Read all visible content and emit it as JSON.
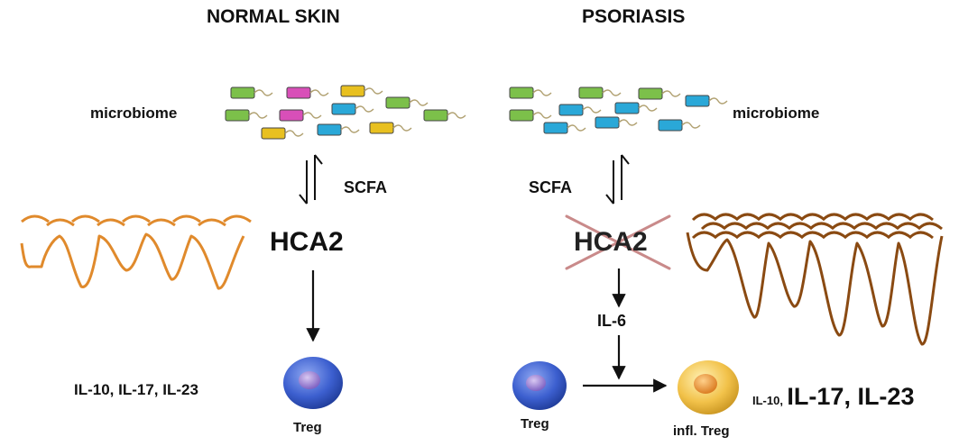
{
  "normal": {
    "title": "NORMAL SKIN",
    "microbiome": "microbiome",
    "scfa": "SCFA",
    "receptor": "HCA2",
    "cytokines": "IL-10, IL-17, IL-23",
    "cell": "Treg"
  },
  "psoriasis": {
    "title": "PSORIASIS",
    "microbiome": "microbiome",
    "scfa": "SCFA",
    "receptor": "HCA2",
    "mediator": "IL-6",
    "cell": "Treg",
    "inflamed_cell": "infl. Treg",
    "cytokine_small": "IL-10,",
    "cytokines_large": "IL-17, IL-23"
  },
  "colors": {
    "skin_normal": "#e08a2c",
    "skin_psoriasis": "#8a4a12",
    "cross": "#c98a8a",
    "treg_cell": "#3c5fcf",
    "treg_nucleus": "#8a6cc6",
    "inflamed_cell": "#f2c24a",
    "inflamed_nucleus": "#e88a1e",
    "bacteria_green": "#7cc04a",
    "bacteria_magenta": "#d84fb8",
    "bacteria_yellow": "#e8c020",
    "bacteria_cyan": "#2aa8d8"
  }
}
